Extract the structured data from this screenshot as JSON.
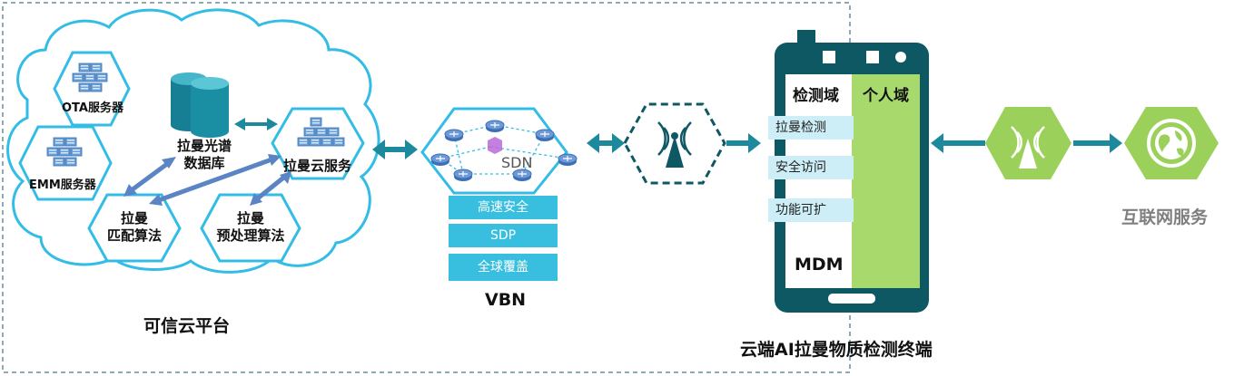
{
  "diagram": {
    "platform": {
      "title": "可信云平台",
      "ota_server": "OTA服务器",
      "emm_server": "EMM服务器",
      "database": [
        "拉曼光谱",
        "数据库"
      ],
      "cloud_service": "拉曼云服务",
      "matching": [
        "拉曼",
        "匹配算法"
      ],
      "preprocess": [
        "拉曼",
        "预处理算法"
      ]
    },
    "vbn": {
      "title": "VBN",
      "sdn": "SDN",
      "features": [
        "高速安全",
        "SDP",
        "全球覆盖"
      ]
    },
    "terminal": {
      "title": "云端AI拉曼物质检测终端",
      "detection_domain": "检测域",
      "personal_domain": "个人域",
      "items": [
        "拉曼检测",
        "安全访问",
        "功能可扩"
      ],
      "mdm": "MDM"
    },
    "internet": {
      "title": "互联网服务"
    },
    "colors": {
      "cloud_border": "#33bde6",
      "hex_border": "#33bde6",
      "arrow_teal": "#1c8a9c",
      "arrow_blue": "#5a84c4",
      "phone_body": "#0e5864",
      "phone_green": "#a8d96c",
      "green_hex": "#9bd15a",
      "feature_bar": "#38bfe0",
      "dashed_border": "#8fa8b5"
    },
    "icons": [
      "server-icon",
      "database-icon",
      "router-icon",
      "antenna-icon",
      "globe-icon"
    ]
  }
}
